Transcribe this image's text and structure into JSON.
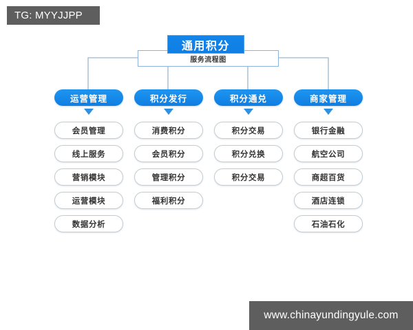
{
  "watermarks": {
    "top_left": "TG: MYYJJPP",
    "bottom_right": "www.chinayundingyule.com"
  },
  "diagram": {
    "root": {
      "title": "通用积分",
      "subtitle": "服务流程图"
    },
    "branches": [
      {
        "label": "运营管理",
        "children": [
          "会员管理",
          "线上服务",
          "营销模块",
          "运营模块",
          "数据分析"
        ]
      },
      {
        "label": "积分发行",
        "children": [
          "消费积分",
          "会员积分",
          "管理积分",
          "福利积分"
        ]
      },
      {
        "label": "积分通兑",
        "children": [
          "积分交易",
          "积分兑换",
          "积分交易"
        ]
      },
      {
        "label": "商家管理",
        "children": [
          "银行金融",
          "航空公司",
          "商超百货",
          "酒店连锁",
          "石油石化"
        ]
      }
    ]
  },
  "colors": {
    "primary_blue": "#1384e8",
    "branch_blue": "#1e95f0",
    "arrow_blue": "#2f8fe0",
    "connector_line": "#9ab6cf",
    "leaf_border": "#c3ccd2",
    "watermark_bg": "#5e5e5e",
    "background": "#ffffff"
  }
}
